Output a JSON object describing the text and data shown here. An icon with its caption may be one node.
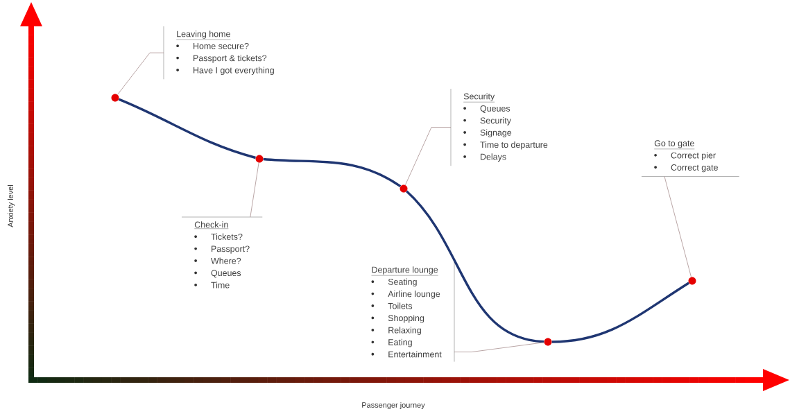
{
  "diagram": {
    "nodes": [
      {
        "text": [
          "Leaving home",
          "Home secure?",
          "Passport & tickets?",
          "Have I got everything"
        ]
      },
      {
        "text": [
          "Check-in",
          "Tickets?",
          "Passport?",
          "Where?",
          "Queues",
          "Time"
        ]
      },
      {
        "text": [
          "Security",
          "Queues",
          "Security",
          "Signage",
          "Time to departure",
          "Delays"
        ]
      },
      {
        "text": [
          "Departure lounge",
          "Seating",
          "Airline lounge",
          "Toilets",
          "Shopping",
          "Relaxing",
          "Eating",
          "Entertainment"
        ]
      },
      {
        "text": [
          "Go to gate",
          "Correct pier",
          "Correct gate"
        ]
      },
      {
        "text": [],
        "shape": "circle"
      },
      {
        "text": [],
        "shape": "circle"
      },
      {
        "text": [],
        "shape": "circle"
      },
      {
        "text": [],
        "shape": "circle"
      },
      {
        "text": [],
        "shape": "circle"
      }
    ],
    "edges": [
      {
        "from": 5,
        "to": 6,
        "arrow": "none",
        "style": "thick",
        "color": "#1f3672"
      },
      {
        "from": 6,
        "to": 7,
        "arrow": "none",
        "style": "thick",
        "color": "#1f3672"
      },
      {
        "from": 7,
        "to": 8,
        "arrow": "none",
        "style": "thick",
        "color": "#1f3672"
      },
      {
        "from": 8,
        "to": 9,
        "arrow": "none",
        "style": "thick",
        "color": "#1f3672"
      },
      {
        "from": 0,
        "to": 5,
        "arrow": "none"
      },
      {
        "from": 1,
        "to": 6,
        "arrow": "none"
      },
      {
        "from": 2,
        "to": 7,
        "arrow": "none"
      },
      {
        "from": 3,
        "to": 8,
        "arrow": "none"
      },
      {
        "from": 4,
        "to": 9,
        "arrow": "none"
      }
    ],
    "labels": [
      "Anxiety level",
      "Passenger journey"
    ]
  }
}
